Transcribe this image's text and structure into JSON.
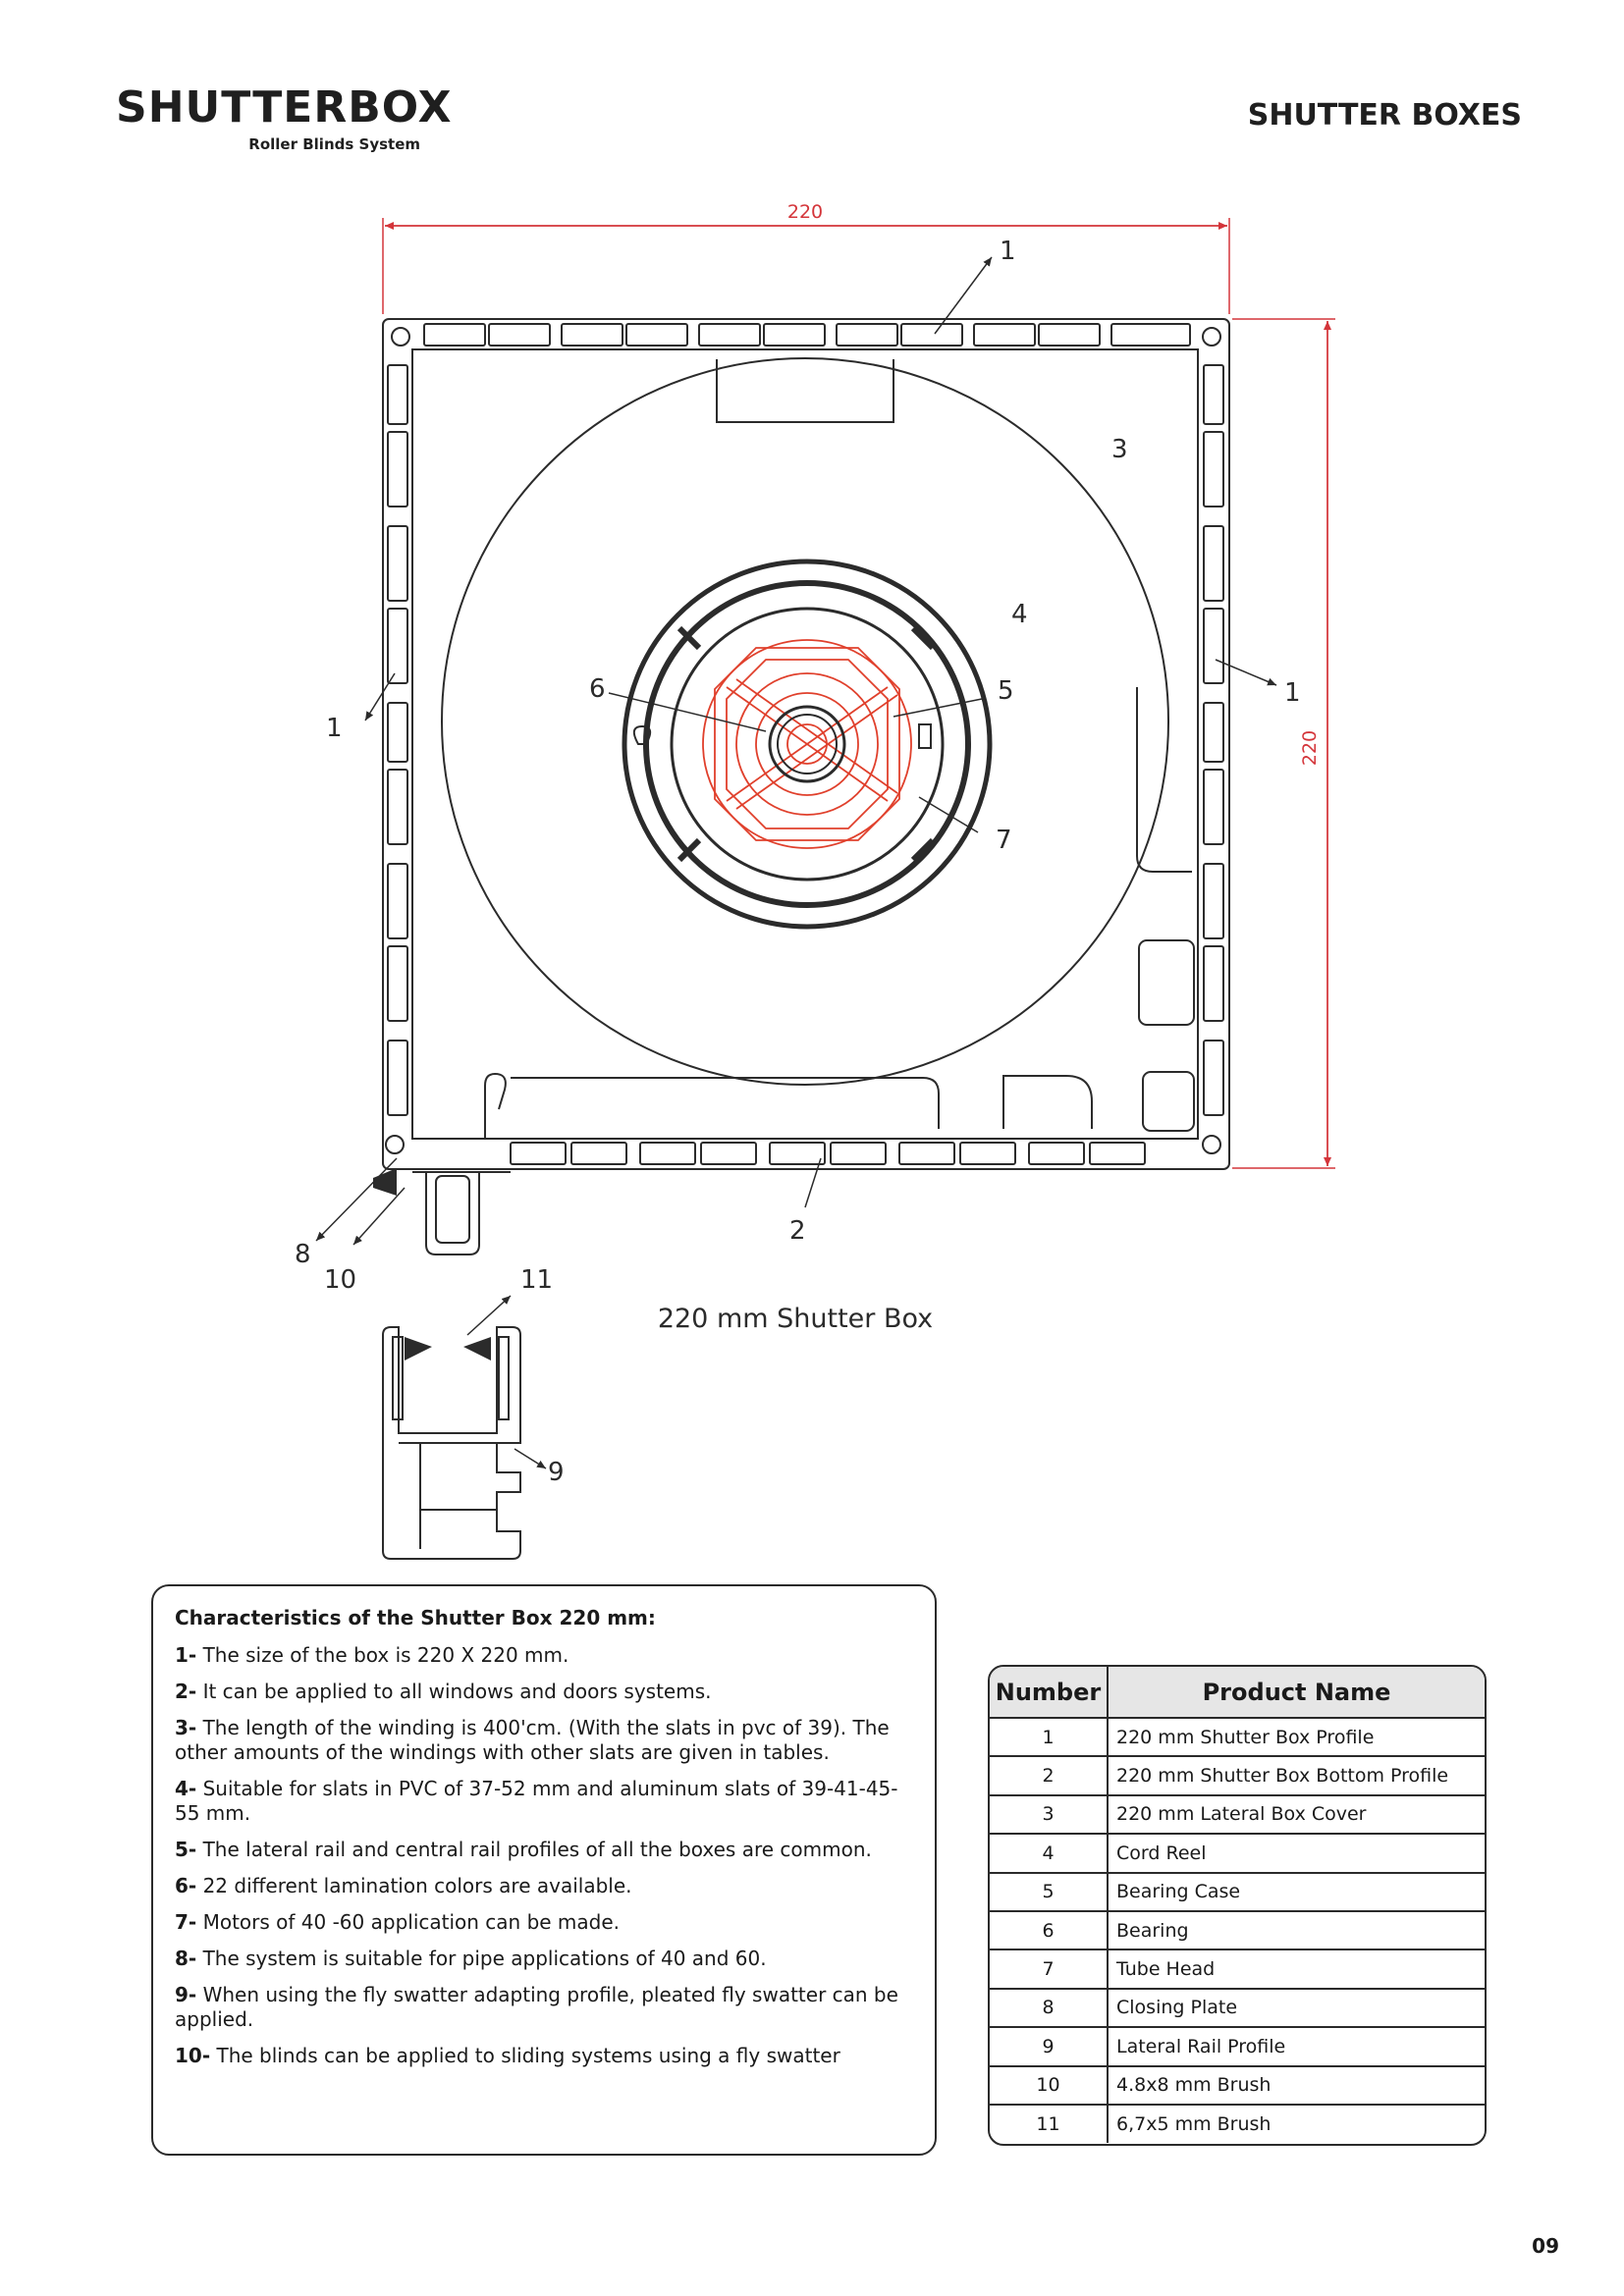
{
  "header": {
    "brand": "SHUTTERBOX",
    "brand_tagline": "Roller Blinds System",
    "section_title": "SHUTTER BOXES"
  },
  "drawing": {
    "dimension_width": "220",
    "dimension_height": "220",
    "caption": "220 mm Shutter Box",
    "callouts": [
      "1",
      "1",
      "1",
      "2",
      "3",
      "4",
      "5",
      "6",
      "7",
      "8",
      "9",
      "10",
      "11"
    ],
    "colors": {
      "line": "#2b2b2b",
      "dimension": "#d4353a",
      "reel": "#e0402c"
    }
  },
  "characteristics": {
    "title": "Characteristics of the Shutter Box 220 mm:",
    "items": [
      {
        "num": "1-",
        "text": "The size of the box is 220 X 220 mm."
      },
      {
        "num": "2-",
        "text": "It can be applied to all windows and doors systems."
      },
      {
        "num": "3-",
        "text": "The length of the winding is 400'cm. (With the slats in pvc of 39). The other amounts of the windings with other slats are given in tables."
      },
      {
        "num": "4-",
        "text": "Suitable for slats in PVC of 37-52 mm and aluminum slats of 39-41-45-55 mm."
      },
      {
        "num": "5-",
        "text": "The lateral rail and central rail profiles of all the boxes are common."
      },
      {
        "num": "6-",
        "text": "22 different lamination colors are available."
      },
      {
        "num": "7-",
        "text": " Motors of 40 -60  application can be made."
      },
      {
        "num": "8-",
        "text": "The system is suitable for pipe applications of 40 and 60."
      },
      {
        "num": "9-",
        "text": "When using the fly swatter adapting profile, pleated fly swatter can be applied."
      },
      {
        "num": "10-",
        "text": "The blinds can be applied to sliding systems using a fly swatter"
      }
    ]
  },
  "product_table": {
    "headers": {
      "number": "Number",
      "name": "Product Name"
    },
    "rows": [
      {
        "number": "1",
        "name": "220 mm Shutter Box Profile"
      },
      {
        "number": "2",
        "name": "220  mm Shutter Box Bottom Profile"
      },
      {
        "number": "3",
        "name": "220  mm Lateral Box Cover"
      },
      {
        "number": "4",
        "name": "Cord Reel"
      },
      {
        "number": "5",
        "name": "Bearing Case"
      },
      {
        "number": "6",
        "name": "Bearing"
      },
      {
        "number": "7",
        "name": "Tube Head"
      },
      {
        "number": "8",
        "name": "Closing Plate"
      },
      {
        "number": "9",
        "name": "Lateral Rail Profile"
      },
      {
        "number": "10",
        "name": "4.8x8 mm Brush"
      },
      {
        "number": "11",
        "name": "6,7x5 mm Brush"
      }
    ]
  },
  "footer": {
    "page_number": "09"
  }
}
